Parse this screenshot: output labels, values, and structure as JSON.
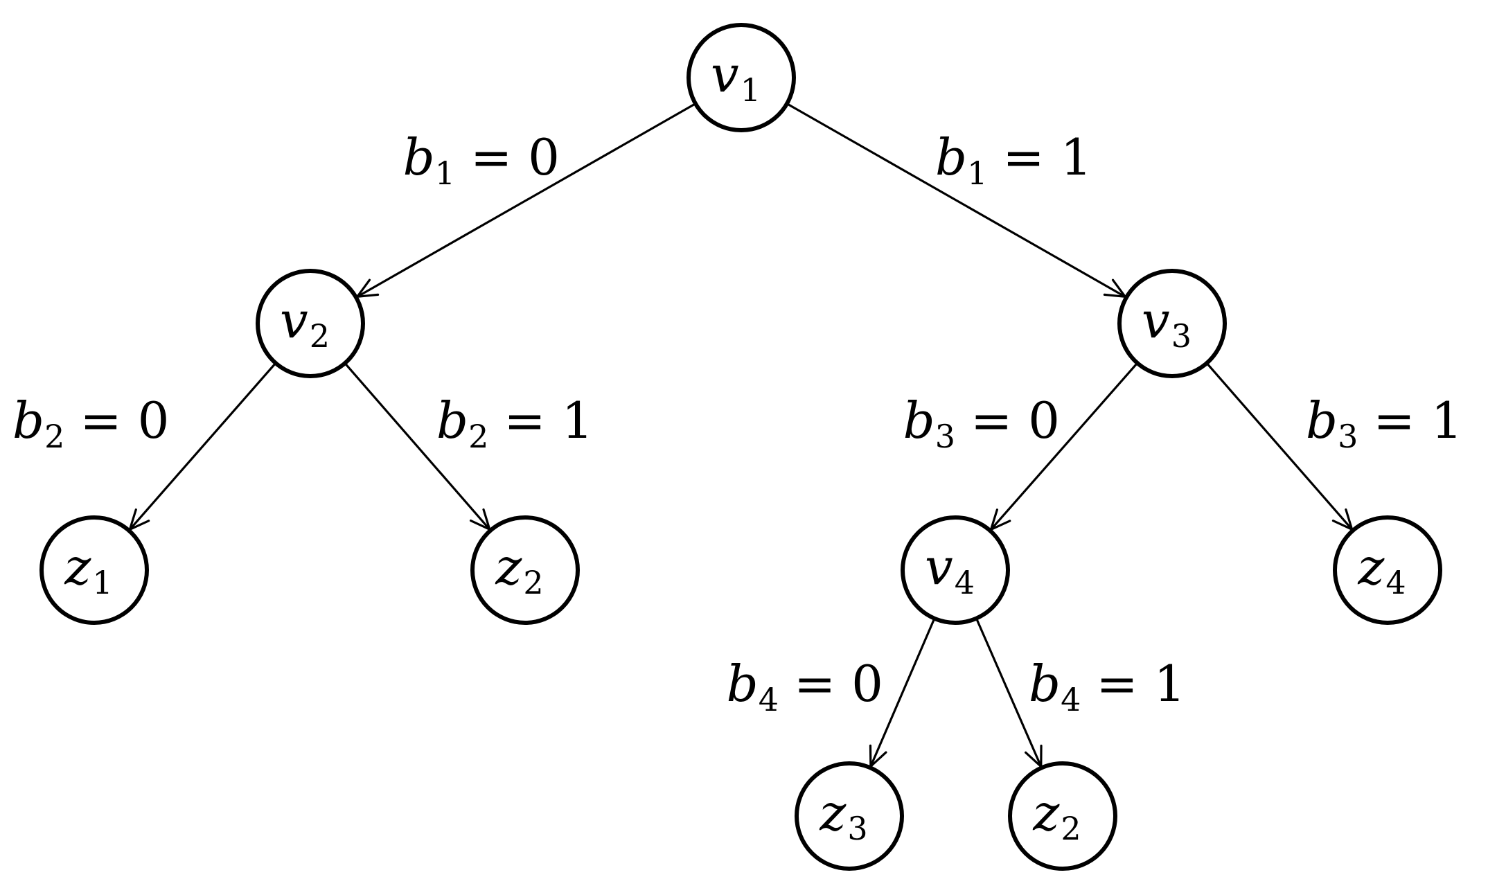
{
  "nodes": [
    {
      "id": "v1",
      "letter": "v",
      "sub": "1"
    },
    {
      "id": "v2",
      "letter": "v",
      "sub": "2"
    },
    {
      "id": "v3",
      "letter": "v",
      "sub": "3"
    },
    {
      "id": "z1",
      "letter": "z",
      "sub": "1"
    },
    {
      "id": "z2a",
      "letter": "z",
      "sub": "2"
    },
    {
      "id": "v4",
      "letter": "v",
      "sub": "4"
    },
    {
      "id": "z4",
      "letter": "z",
      "sub": "4"
    },
    {
      "id": "z3",
      "letter": "z",
      "sub": "3"
    },
    {
      "id": "z2b",
      "letter": "z",
      "sub": "2"
    }
  ],
  "edges": [
    {
      "id": "e-v1-v2",
      "from": "v1",
      "to": "v2",
      "var": "b",
      "sub": "1",
      "value": "= 0"
    },
    {
      "id": "e-v1-v3",
      "from": "v1",
      "to": "v3",
      "var": "b",
      "sub": "1",
      "value": "= 1"
    },
    {
      "id": "e-v2-z1",
      "from": "v2",
      "to": "z1",
      "var": "b",
      "sub": "2",
      "value": "= 0"
    },
    {
      "id": "e-v2-z2a",
      "from": "v2",
      "to": "z2a",
      "var": "b",
      "sub": "2",
      "value": "= 1"
    },
    {
      "id": "e-v3-v4",
      "from": "v3",
      "to": "v4",
      "var": "b",
      "sub": "3",
      "value": "= 0"
    },
    {
      "id": "e-v3-z4",
      "from": "v3",
      "to": "z4",
      "var": "b",
      "sub": "3",
      "value": "= 1"
    },
    {
      "id": "e-v4-z3",
      "from": "v4",
      "to": "z3",
      "var": "b",
      "sub": "4",
      "value": "= 0"
    },
    {
      "id": "e-v4-z2b",
      "from": "v4",
      "to": "z2b",
      "var": "b",
      "sub": "4",
      "value": "= 1"
    }
  ]
}
